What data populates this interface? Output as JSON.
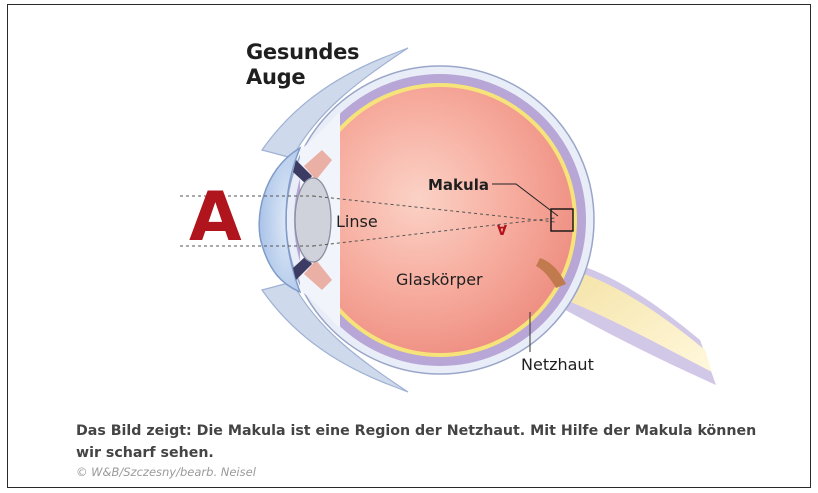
{
  "diagram": {
    "title_line1": "Gesundes",
    "title_line2": "Auge",
    "object_letter": "A",
    "image_letter": "A",
    "labels": {
      "lens": "Linse",
      "vitreous": "Glaskörper",
      "macula": "Makula",
      "retina": "Netzhaut"
    }
  },
  "caption": {
    "text": "Das Bild zeigt: Die Makula ist eine Region der Netzhaut. Mit Hilfe der Makula können wir scharf sehen.",
    "credit": "© W&B/Szczesny/bearb. Neisel"
  },
  "colors": {
    "accent_red": "#b0141c",
    "sclera_purple": "#b8a6d6",
    "vitreous_pink": "#f4a79a",
    "retina_yellow": "#f6e37a"
  }
}
